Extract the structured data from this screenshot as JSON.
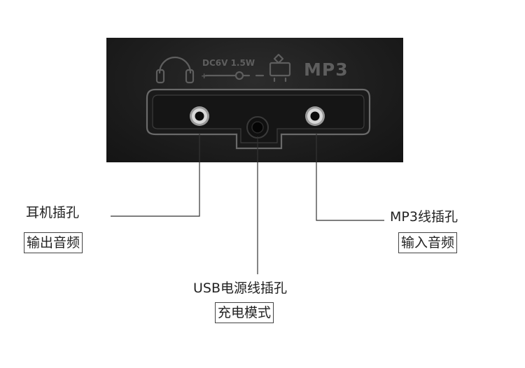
{
  "panel": {
    "engraving": {
      "power_spec": "DC6V 1.5W",
      "mp3_text": "MP3",
      "icons": [
        "headphones-icon",
        "dc-power-icon",
        "radio-icon"
      ]
    }
  },
  "callouts": {
    "headphone": {
      "label": "耳机插孔",
      "note": "输出音频"
    },
    "mp3": {
      "label": "MP3线插孔",
      "note": "输入音频"
    },
    "usb": {
      "label": "USB电源线插孔",
      "note": "充电模式"
    }
  }
}
